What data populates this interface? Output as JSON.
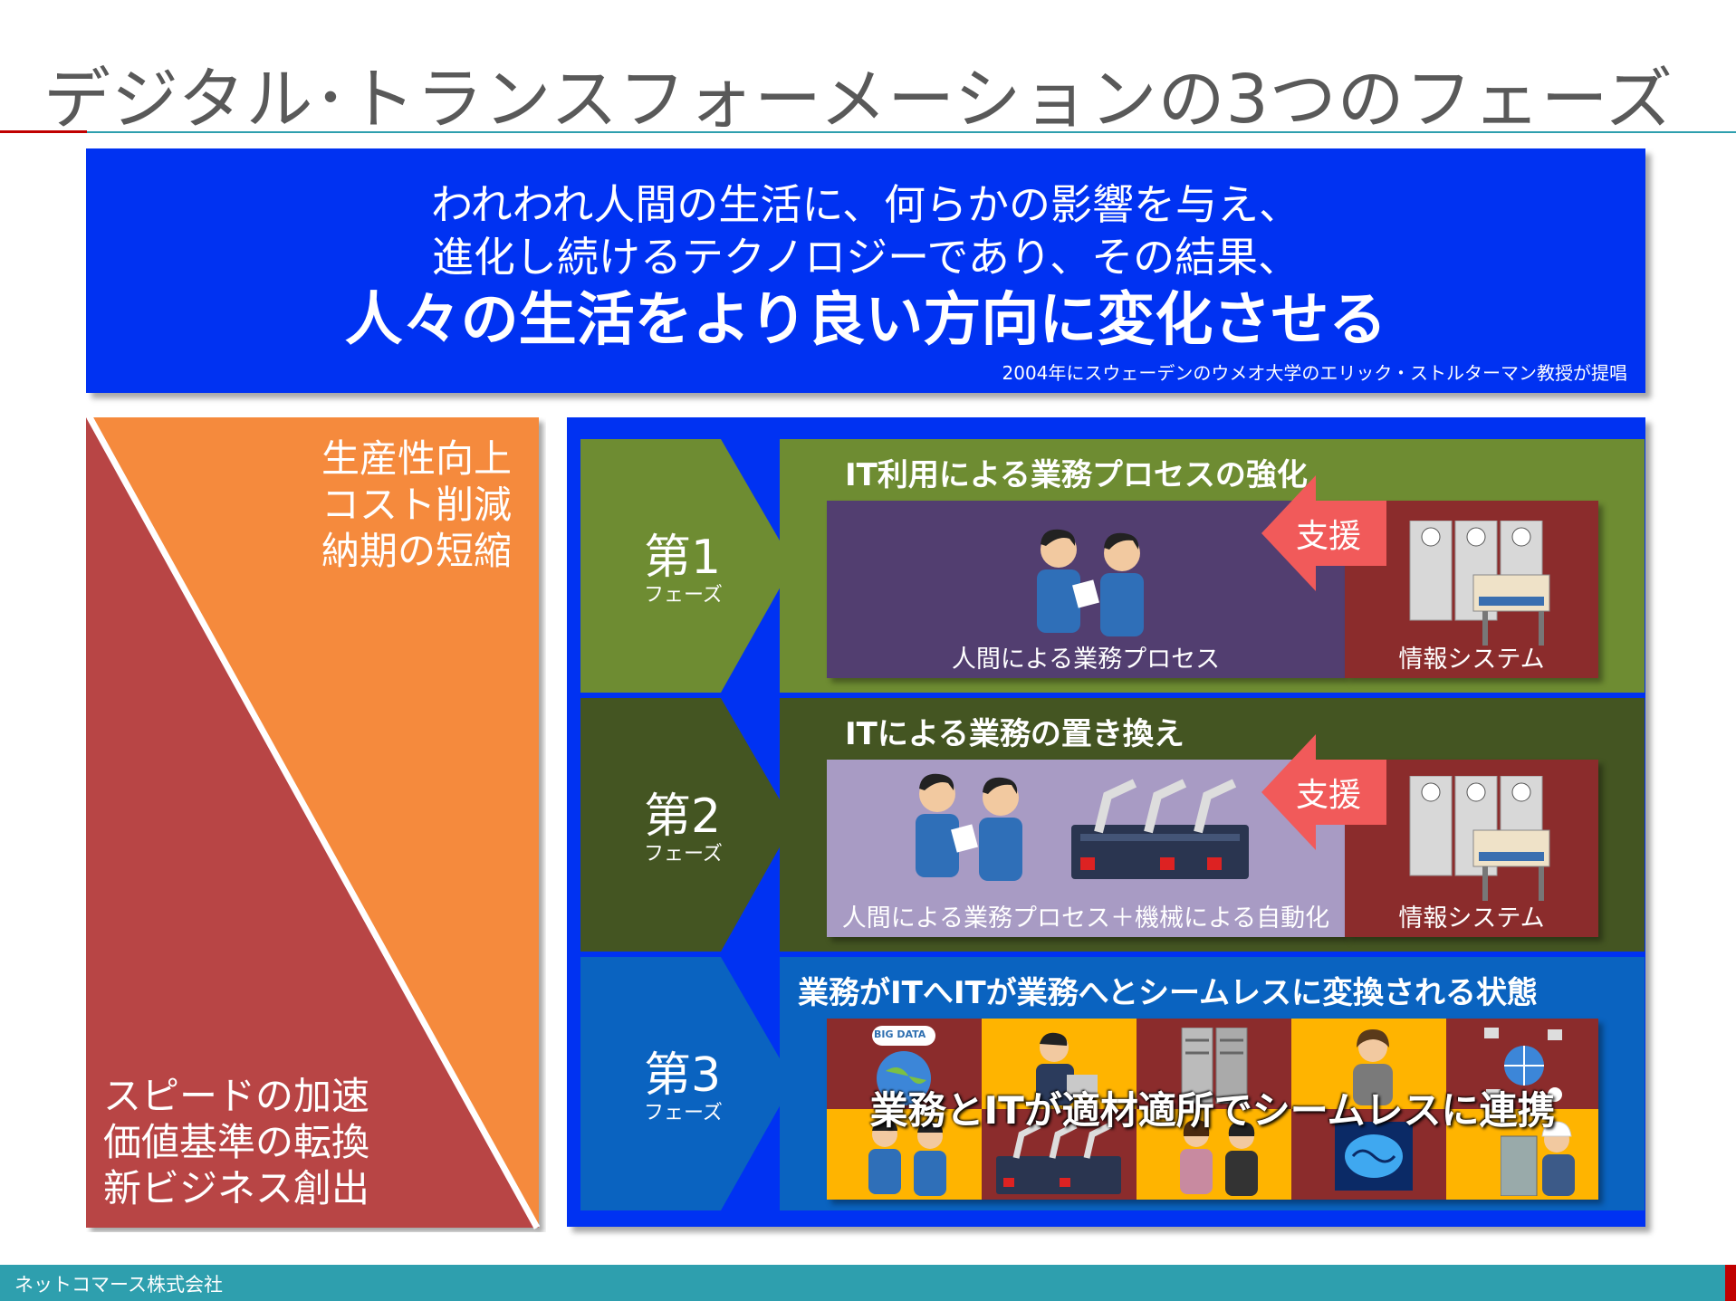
{
  "title": "デジタル･トランスフォーメーションの3つのフェーズ",
  "banner": {
    "line1": "われわれ人間の生活に、何らかの影響を与え、",
    "line2": "進化し続けるテクノロジーであり、その結果、",
    "line3": "人々の生活をより良い方向に変化させる",
    "note": "2004年にスウェーデンのウメオ大学のエリック・ストルターマン教授が提唱"
  },
  "triangle": {
    "top_lines": [
      "生産性向上",
      "コスト削減",
      "納期の短縮"
    ],
    "bottom_lines": [
      "スピードの加速",
      "価値基準の転換",
      "新ビジネス創出"
    ]
  },
  "phases": [
    {
      "num": "第1",
      "sub": "フェーズ",
      "title": "IT利用による業務プロセスの強化",
      "left_caption": "人間による業務プロセス",
      "arrow_label": "支援",
      "right_caption": "情報システム"
    },
    {
      "num": "第2",
      "sub": "フェーズ",
      "title": "ITによる業務の置き換え",
      "left_caption": "人間による業務プロセス＋機械による自動化",
      "arrow_label": "支援",
      "right_caption": "情報システム"
    },
    {
      "num": "第3",
      "sub": "フェーズ",
      "title": "業務がITへITが業務へとシームレスに変換される状態",
      "overlay": "業務とITが適材適所でシームレスに連携",
      "big_data_label": "BIG DATA"
    }
  ],
  "footer": {
    "company": "ネットコマース株式会社"
  },
  "colors": {
    "banner": "#0032f2",
    "triangle_orange": "#f58a3c",
    "triangle_red": "#b84444",
    "phase1": "#6e8c32",
    "phase2": "#445522",
    "phase3": "#0a63c0",
    "purple": "#523e70",
    "lavender": "#a89bc4",
    "maroon": "#8b2c2c",
    "yellow": "#ffb400",
    "arrow": "#f15a5a",
    "footer": "#2e9fae"
  }
}
